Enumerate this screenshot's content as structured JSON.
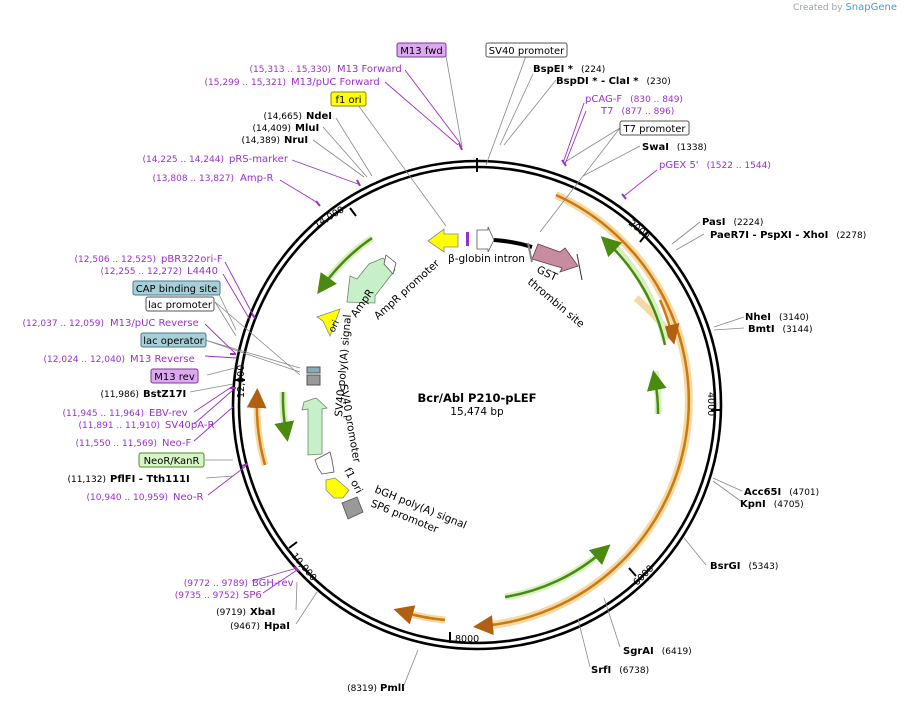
{
  "credit": {
    "prefix": "Created by",
    "brand": "SnapGene"
  },
  "plasmid": {
    "name": "Bcr/Abl P210-pLEF",
    "size": "15,474 bp"
  },
  "ticks": [
    {
      "label": "2000"
    },
    {
      "label": "4000"
    },
    {
      "label": "6000"
    },
    {
      "label": "8000"
    },
    {
      "label": "10,000"
    },
    {
      "label": "12,000"
    },
    {
      "label": "14,000"
    }
  ],
  "sites": [
    {
      "name": "BspEI *",
      "pos": "(224)"
    },
    {
      "name": "BspDI * - ClaI *",
      "pos": "(230)"
    },
    {
      "name": "SwaI",
      "pos": "(1338)"
    },
    {
      "name": "PasI",
      "pos": "(2224)"
    },
    {
      "name": "PaeR7I  - PspXI  - XhoI",
      "pos": "(2278)"
    },
    {
      "name": "NheI",
      "pos": "(3140)"
    },
    {
      "name": "BmtI",
      "pos": "(3144)"
    },
    {
      "name": "Acc65I",
      "pos": "(4701)"
    },
    {
      "name": "KpnI",
      "pos": "(4705)"
    },
    {
      "name": "BsrGI",
      "pos": "(5343)"
    },
    {
      "name": "SgrAI",
      "pos": "(6419)"
    },
    {
      "name": "SrfI",
      "pos": "(6738)"
    },
    {
      "name": "PmlI",
      "pos": "(8319)"
    },
    {
      "name": "HpaI",
      "pos": "(9467)"
    },
    {
      "name": "XbaI",
      "pos": "(9719)"
    },
    {
      "name": "PflFI  - Tth111I",
      "pos": "(11,132)"
    },
    {
      "name": "BstZ17I",
      "pos": "(11,986)"
    },
    {
      "name": "NruI",
      "pos": "(14,389)"
    },
    {
      "name": "MluI",
      "pos": "(14,409)"
    },
    {
      "name": "NdeI",
      "pos": "(14,665)"
    }
  ],
  "primers": [
    {
      "name": "pCAG-F",
      "pos": "(830 .. 849)"
    },
    {
      "name": "T7",
      "pos": "(877 .. 896)"
    },
    {
      "name": "pGEX 5'",
      "pos": "(1522 .. 1544)"
    },
    {
      "name": "BGH-rev",
      "pos": "(9772 .. 9789)"
    },
    {
      "name": "SP6",
      "pos": "(9735 .. 9752)"
    },
    {
      "name": "Neo-R",
      "pos": "(10,940 .. 10,959)"
    },
    {
      "name": "Neo-F",
      "pos": "(11,550 .. 11,569)"
    },
    {
      "name": "SV40pA-R",
      "pos": "(11,891 .. 11,910)"
    },
    {
      "name": "EBV-rev",
      "pos": "(11,945 .. 11,964)"
    },
    {
      "name": "M13 Reverse",
      "pos": "(12,024 .. 12,040)"
    },
    {
      "name": "M13/pUC Reverse",
      "pos": "(12,037 .. 12,059)"
    },
    {
      "name": "L4440",
      "pos": "(12,255 .. 12,272)"
    },
    {
      "name": "pBR322ori-F",
      "pos": "(12,506 .. 12,525)"
    },
    {
      "name": "Amp-R",
      "pos": "(13,808 .. 13,827)"
    },
    {
      "name": "pRS-marker",
      "pos": "(14,225 .. 14,244)"
    },
    {
      "name": "M13/pUC Forward",
      "pos": "(15,299 .. 15,321)"
    },
    {
      "name": "M13 Forward",
      "pos": "(15,313 .. 15,330)"
    }
  ],
  "boxed": [
    {
      "name": "M13 fwd",
      "kind": "purple"
    },
    {
      "name": "SV40 promoter",
      "kind": "white"
    },
    {
      "name": "f1 ori",
      "kind": "yellow"
    },
    {
      "name": "T7 promoter",
      "kind": "white"
    },
    {
      "name": "CAP binding site",
      "kind": "teal"
    },
    {
      "name": "lac promoter",
      "kind": "white"
    },
    {
      "name": "lac operator",
      "kind": "teal"
    },
    {
      "name": "M13 rev",
      "kind": "purple"
    },
    {
      "name": "NeoR/KanR",
      "kind": "green"
    }
  ],
  "features": [
    {
      "name": "β-globin intron"
    },
    {
      "name": "GST"
    },
    {
      "name": "thrombin site"
    },
    {
      "name": "AmpR"
    },
    {
      "name": "AmpR promoter"
    },
    {
      "name": "ori"
    },
    {
      "name": "SV40 poly(A) signal"
    },
    {
      "name": "SV40 promoter"
    },
    {
      "name": "f1 ori"
    },
    {
      "name": "bGH poly(A) signal"
    },
    {
      "name": "SP6 promoter"
    }
  ],
  "colors": {
    "primer": "#9b30c8",
    "orf": "#f0a030",
    "green": "#5aa020",
    "yellow": "#ffff00",
    "amp": "#c8f0c8",
    "gst": "#c88ca0",
    "m13box": "#dca8f0",
    "teal": "#a8cfd8",
    "neo": "#d8f5c8"
  }
}
